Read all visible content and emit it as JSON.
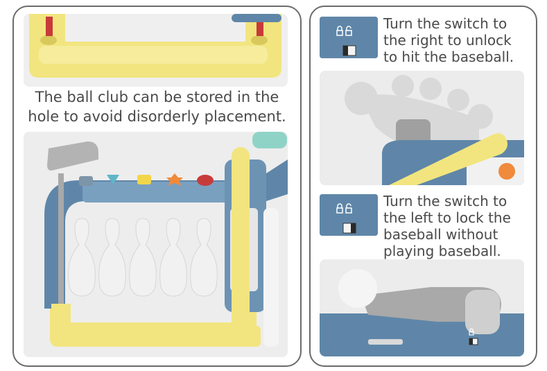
{
  "left_panel": {
    "caption": "The ball club can be stored in the hole to avoid disorderly placement."
  },
  "right_panel": {
    "unlock_caption_lines": [
      "Turn the switch to",
      "the right to unlock",
      "to hit the baseball."
    ],
    "lock_caption_lines": [
      "Turn the switch to",
      "the left to lock the",
      "baseball without",
      "playing baseball."
    ]
  },
  "colors": {
    "frame_blue": "#5f86a8",
    "frame_yellow": "#f3e68a",
    "panel_border": "#6b6b6b",
    "bowling_pin": "#f1f1f1",
    "golf_club": "#a9a9a9"
  },
  "icons": [
    "lock-closed-icon",
    "lock-open-icon",
    "switch-slider-icon"
  ]
}
